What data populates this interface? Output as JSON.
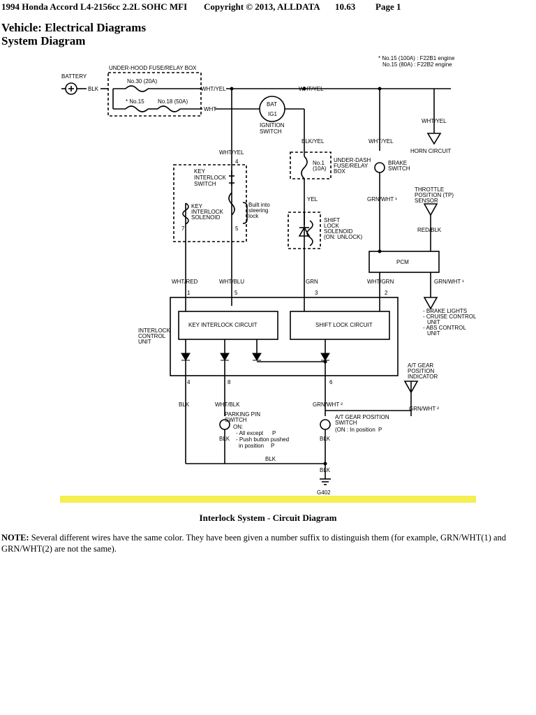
{
  "header": {
    "vehicle": "1994 Honda Accord L4-2156cc 2.2L SOHC MFI",
    "copyright": "Copyright © 2013, ALLDATA",
    "version": "10.63",
    "page": "Page 1"
  },
  "titles": {
    "line1": "Vehicle: Electrical Diagrams",
    "line2": "System Diagram"
  },
  "diagram": {
    "engine_note_1": "* No.15 (100A) : F22B1 engine",
    "engine_note_2": "No.15 (80A) : F22B2 engine",
    "battery": "BATTERY",
    "fuse_box": "UNDER-HOOD FUSE/RELAY BOX",
    "fuse_30": "No.30 (20A)",
    "fuse_15": "* No.15",
    "fuse_18": "No.18 (50A)",
    "blk": "BLK",
    "wht_yel": "WHT/YEL",
    "wht": "WHT",
    "bat": "BAT",
    "ig1": "IG1",
    "ignition_switch_1": "IGNITION",
    "ignition_switch_2": "SWITCH",
    "blk_yel": "BLK/YEL",
    "horn_circuit": "HORN CIRCUIT",
    "key_interlock_switch_1": "KEY",
    "key_interlock_switch_2": "INTERLOCK",
    "key_interlock_switch_3": "SWITCH",
    "key_interlock_solenoid_1": "KEY",
    "key_interlock_solenoid_2": "INTERLOCK",
    "key_interlock_solenoid_3": "SOLENOID",
    "built_into_1": "Built into",
    "built_into_2": "steering",
    "built_into_3": "lock",
    "fuse_no1_1": "No.1",
    "fuse_no1_2": "(10A)",
    "underdash_1": "UNDER-DASH",
    "underdash_2": "FUSE/RELAY",
    "underdash_3": "BOX",
    "brake_switch_1": "BRAKE",
    "brake_switch_2": "SWITCH",
    "yel": "YEL",
    "grn_wht_1": "GRN/WHT ¹",
    "tp_sensor_1": "THROTTLE",
    "tp_sensor_2": "POSITION (TP)",
    "tp_sensor_3": "SENSOR",
    "red_blk": "RED/BLK",
    "shift_lock_1": "SHIFT",
    "shift_lock_2": "LOCK",
    "shift_lock_3": "SOLENOID",
    "shift_lock_4": "(ON: UNLOCK)",
    "pcm": "PCM",
    "wht_red": "WHT/RED",
    "wht_blu": "WHT/BLU",
    "grn": "GRN",
    "wht_grn": "WHT/GRN",
    "pin_4": "4",
    "pin_5": "5",
    "pin_7": "7",
    "pin_1": "1",
    "pin_3": "3",
    "pin_2": "2",
    "pin_8": "8",
    "pin_6": "6",
    "outputs_1": "- BRAKE LIGHTS",
    "outputs_2": "- CRUISE CONTROL",
    "outputs_3": "UNIT",
    "outputs_4": "- ABS CONTROL",
    "outputs_5": "UNIT",
    "control_unit_1": "INTERLOCK",
    "control_unit_2": "CONTROL",
    "control_unit_3": "UNIT",
    "key_interlock_circuit": "KEY INTERLOCK CIRCUIT",
    "shift_lock_circuit": "SHIFT LOCK CIRCUIT",
    "at_gear_indicator_1": "A/T GEAR",
    "at_gear_indicator_2": "POSITION",
    "at_gear_indicator_3": "INDICATOR",
    "grn_wht_2": "GRN/WHT ²",
    "wht_blk": "WHT/BLK",
    "parking_pin_1": "PARKING PIN",
    "parking_pin_2": "SWITCH",
    "parking_on": "ON:",
    "parking_on_1": "- All except",
    "parking_on_2": "- Push button pushed",
    "parking_on_3": "in position",
    "p_symbol": "P",
    "at_gear_switch_1": "A/T GEAR POSITION",
    "at_gear_switch_2": "SWITCH",
    "at_gear_switch_3": "(ON : In position",
    "ground": "G402"
  },
  "caption": "Interlock System - Circuit Diagram",
  "note": {
    "label": "NOTE:",
    "text": "Several different wires have the same color. They have been given a number suffix to distinguish them (for example, GRN/WHT(1) and GRN/WHT(2) are not the same)."
  },
  "colors": {
    "highlight_bar": "#f5ef50"
  }
}
